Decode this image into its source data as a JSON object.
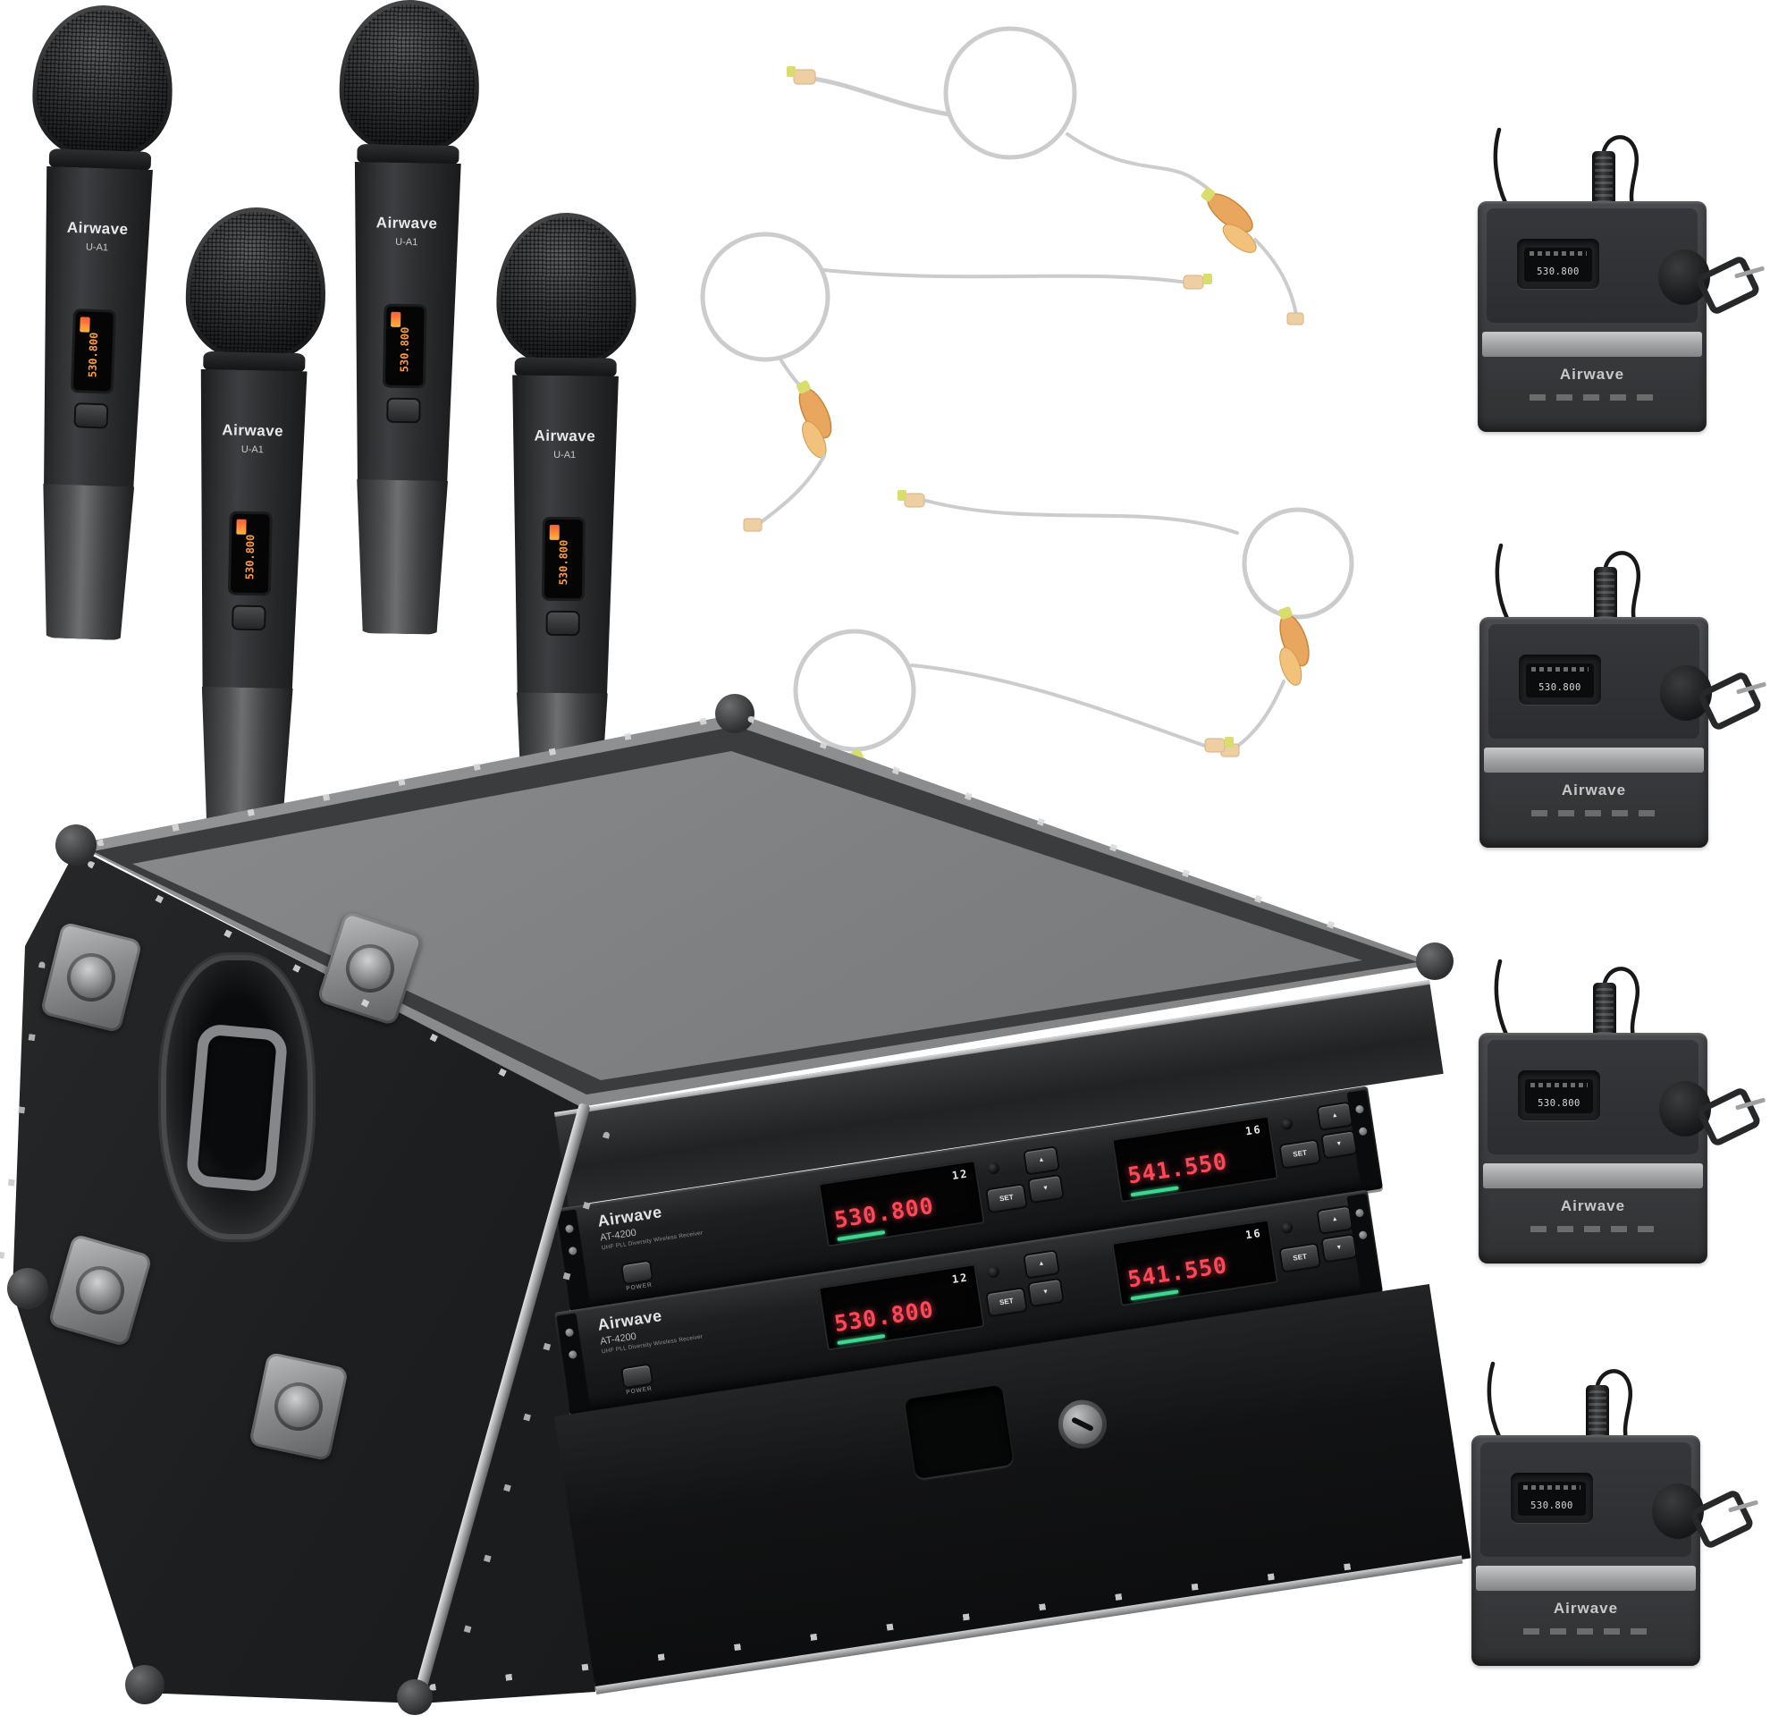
{
  "scene": {
    "background": "#ffffff"
  },
  "palette": {
    "freq_red": "#ff4757",
    "freq_amber": "#ff9d3c",
    "green_bar": "#3fd68f",
    "earset_beige": "#eecfa3",
    "earset_foam": "#e9a65f",
    "lid_gray": "#85878a",
    "stripe_gray": "#a9abad"
  },
  "handheld_mics": [
    {
      "brand": "Airwave",
      "model": "U-A1",
      "display_freq": "530.800"
    },
    {
      "brand": "Airwave",
      "model": "U-A1",
      "display_freq": "530.800"
    },
    {
      "brand": "Airwave",
      "model": "U-A1",
      "display_freq": "530.800"
    },
    {
      "brand": "Airwave",
      "model": "U-A1",
      "display_freq": "530.800"
    }
  ],
  "bodypacks": [
    {
      "brand": "Airwave",
      "display_freq": "530.800"
    },
    {
      "brand": "Airwave",
      "display_freq": "530.800"
    },
    {
      "brand": "Airwave",
      "display_freq": "530.800"
    },
    {
      "brand": "Airwave",
      "display_freq": "530.800"
    }
  ],
  "rack": {
    "receivers": [
      {
        "brand": "Airwave",
        "model": "AT-4200",
        "tagline": "UHF PLL Diversity Wireless Receiver",
        "power_label": "POWER",
        "buttons": {
          "set": "SET",
          "up": "▲",
          "down": "▼"
        },
        "displays": [
          {
            "channel": "12",
            "freq": "530.800"
          },
          {
            "channel": "16",
            "freq": "541.550"
          }
        ]
      },
      {
        "brand": "Airwave",
        "model": "AT-4200",
        "tagline": "UHF PLL Diversity Wireless Receiver",
        "power_label": "POWER",
        "buttons": {
          "set": "SET",
          "up": "▲",
          "down": "▼"
        },
        "displays": [
          {
            "channel": "12",
            "freq": "530.800"
          },
          {
            "channel": "16",
            "freq": "541.550"
          }
        ]
      }
    ]
  }
}
